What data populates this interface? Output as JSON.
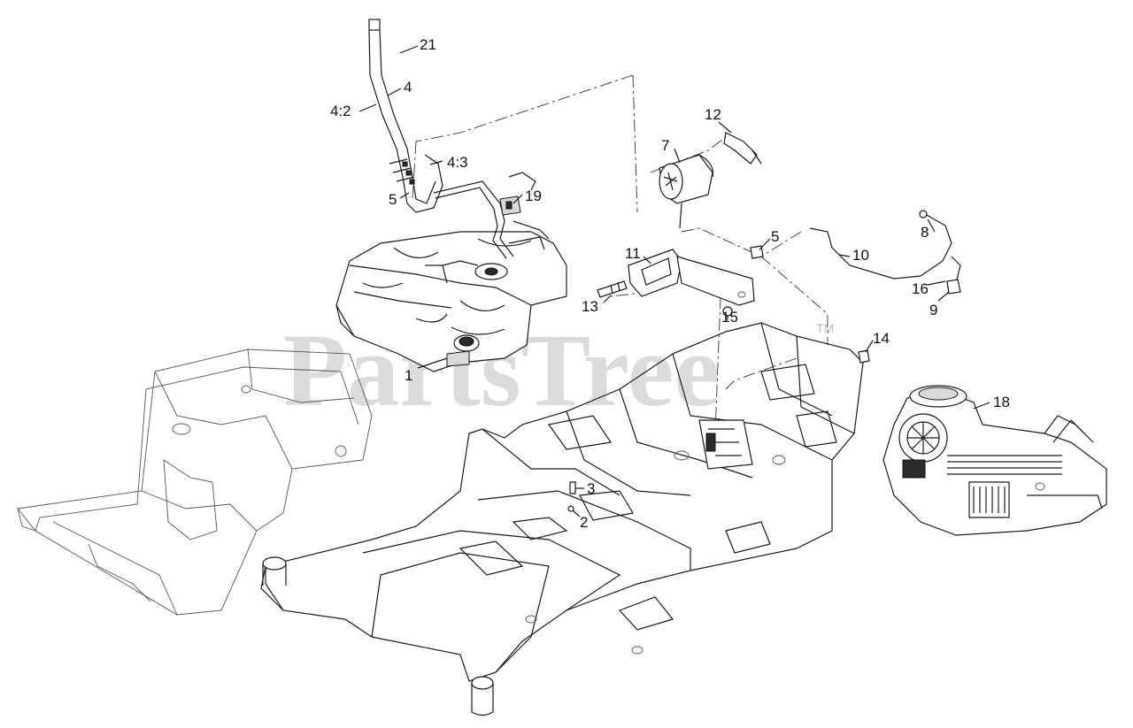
{
  "watermark": {
    "text": "PartsTree",
    "trademark": "TM"
  },
  "callouts": {
    "c21": "21",
    "c4": "4",
    "c4_2": "4:2",
    "c4_3": "4:3",
    "c5a": "5",
    "c19": "19",
    "c12": "12",
    "c7": "7",
    "c5b": "5",
    "c8": "8",
    "c10": "10",
    "c11": "11",
    "c16": "16",
    "c9": "9",
    "c13": "13",
    "c15": "15",
    "c14": "14",
    "c1": "1",
    "c18": "18",
    "c3": "3",
    "c2": "2"
  }
}
